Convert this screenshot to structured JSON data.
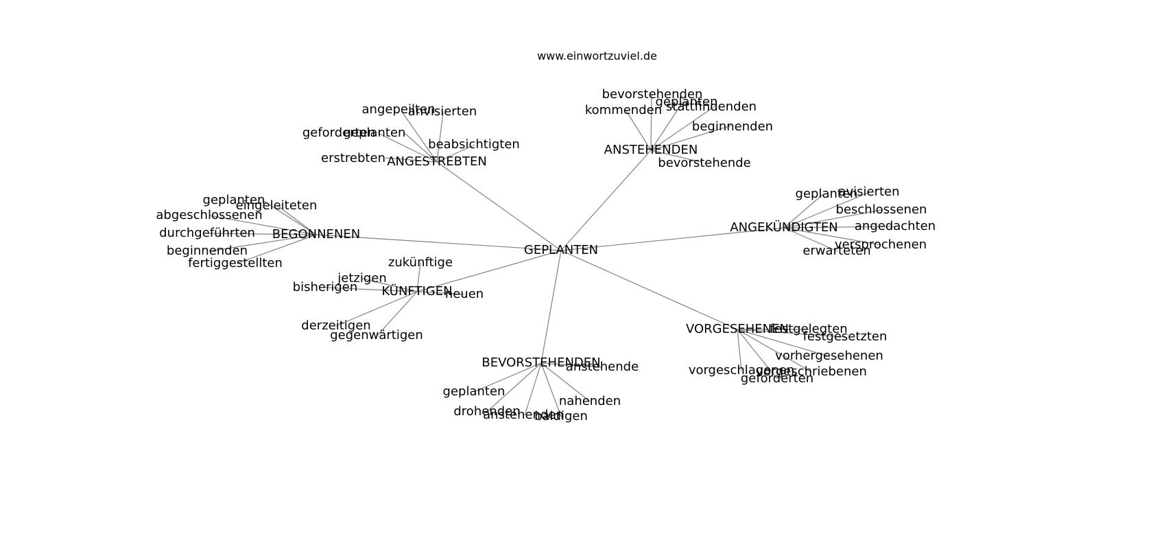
{
  "header": {
    "source": "www.einwortzuviel.de"
  },
  "graph": {
    "center": "GEPLANTEN",
    "hubs": [
      {
        "id": "angestrebten",
        "label": "ANGESTREBTEN",
        "leaves": [
          "angepeilten",
          "anvisierten",
          "geforderten",
          "geplanten",
          "beabsichtigten",
          "erstrebten"
        ]
      },
      {
        "id": "anstehenden",
        "label": "ANSTEHENDEN",
        "leaves": [
          "bevorstehenden",
          "geplanten",
          "kommenden",
          "stattfindenden",
          "beginnenden",
          "bevorstehende"
        ]
      },
      {
        "id": "begonnenen",
        "label": "BEGONNENEN",
        "leaves": [
          "geplanten",
          "eingeleiteten",
          "abgeschlossenen",
          "durchgeführten",
          "beginnenden",
          "fertiggestellten"
        ]
      },
      {
        "id": "angekuendigten",
        "label": "ANGEKÜNDIGTEN",
        "leaves": [
          "geplanten",
          "avisierten",
          "beschlossenen",
          "angedachten",
          "versprochenen",
          "erwarteten"
        ]
      },
      {
        "id": "kuenftigen",
        "label": "KÜNFTIGEN",
        "leaves": [
          "zukünftige",
          "jetzigen",
          "bisherigen",
          "neuen",
          "derzeitigen",
          "gegenwärtigen"
        ]
      },
      {
        "id": "vorgesehenen",
        "label": "VORGESEHENEN",
        "leaves": [
          "festgelegten",
          "festgesetzten",
          "vorhergesehenen",
          "vorgeschlagenen",
          "vorgeschriebenen",
          "geforderten"
        ]
      },
      {
        "id": "bevorstehenden",
        "label": "BEVORSTEHENDEN",
        "leaves": [
          "anstehende",
          "geplanten",
          "nahenden",
          "drohenden",
          "anstehenden",
          "baldigen"
        ]
      }
    ]
  }
}
